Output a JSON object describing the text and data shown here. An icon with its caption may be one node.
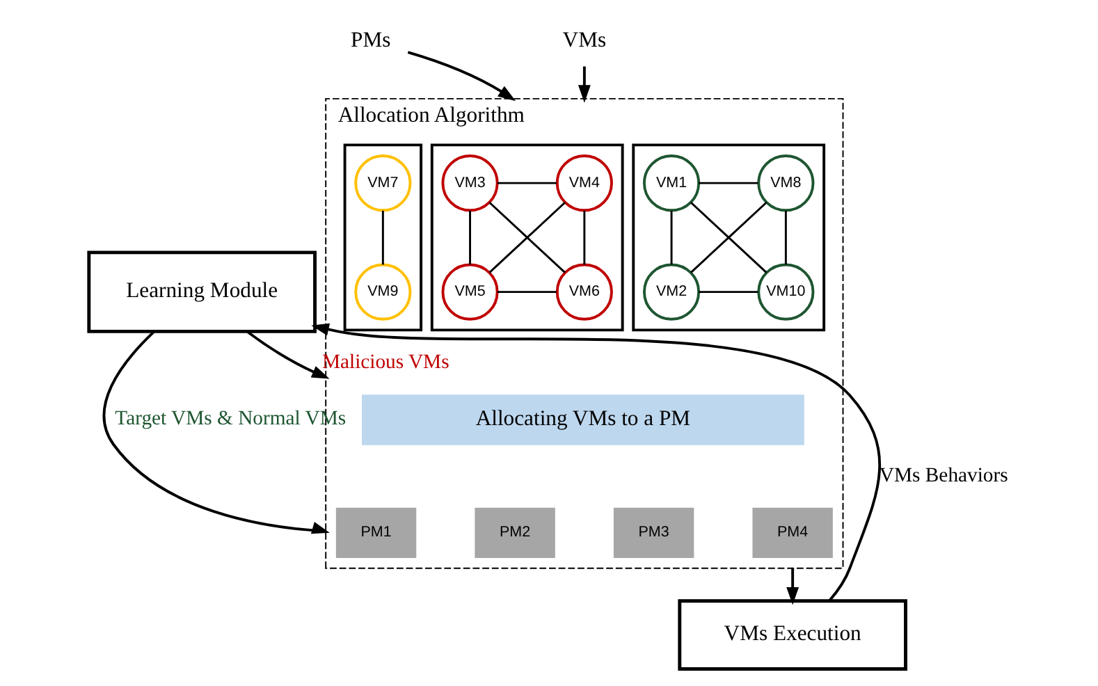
{
  "diagram": {
    "nodes": [
      {
        "text": [
          "PMs"
        ]
      },
      {
        "text": [
          "VMs"
        ]
      },
      {
        "text": [
          "Allocation Algorithm"
        ]
      },
      {
        "text": [],
        "shape": "box",
        "in": 2
      },
      {
        "text": [
          "VM1"
        ],
        "in": 3
      },
      {
        "text": [
          "VM8"
        ],
        "in": 3
      },
      {
        "text": [
          "VM2"
        ],
        "in": 3
      },
      {
        "text": [
          "VM10"
        ],
        "in": 3
      },
      {
        "text": [],
        "shape": "box",
        "in": 2
      },
      {
        "text": [
          "VM3"
        ],
        "in": 8
      },
      {
        "text": [
          "VM4"
        ],
        "in": 8
      },
      {
        "text": [
          "VM5"
        ],
        "in": 8
      },
      {
        "text": [
          "VM6"
        ],
        "in": 8
      },
      {
        "text": [],
        "shape": "box",
        "in": 2
      },
      {
        "text": [
          "VM7"
        ],
        "in": 13
      },
      {
        "text": [
          "VM9"
        ],
        "in": 13
      },
      {
        "text": [
          "Allocating VMs to a PM"
        ],
        "in": 2
      },
      {
        "text": [
          "PM1"
        ],
        "in": 2
      },
      {
        "text": [
          "PM2"
        ],
        "in": 2
      },
      {
        "text": [
          "PM3"
        ],
        "in": 2
      },
      {
        "text": [
          "PM4"
        ],
        "in": 2
      },
      {
        "text": [
          "Learning Module"
        ]
      },
      {
        "text": [
          "VMs Execution"
        ]
      }
    ],
    "edges": [
      {
        "from": 0,
        "to": 2,
        "arrow": "to"
      },
      {
        "from": 1,
        "to": 2,
        "arrow": "to"
      },
      {
        "from": 21,
        "to": 2,
        "arrow": "to",
        "label": "Malicious VMs"
      },
      {
        "from": 21,
        "to": 2,
        "arrow": "to",
        "label": "Target VMs & Normal VMs"
      },
      {
        "from": 2,
        "to": 22,
        "arrow": "to"
      },
      {
        "from": 22,
        "to": 21,
        "arrow": "to",
        "label": "VMs Behaviors"
      },
      {
        "from": 4,
        "to": 5,
        "arrow": "none"
      },
      {
        "from": 4,
        "to": 6,
        "arrow": "none"
      },
      {
        "from": 5,
        "to": 7,
        "arrow": "none"
      },
      {
        "from": 6,
        "to": 7,
        "arrow": "none"
      },
      {
        "from": 4,
        "to": 7,
        "arrow": "none"
      },
      {
        "from": 5,
        "to": 6,
        "arrow": "none"
      },
      {
        "from": 9,
        "to": 10,
        "arrow": "none"
      },
      {
        "from": 9,
        "to": 11,
        "arrow": "none"
      },
      {
        "from": 10,
        "to": 12,
        "arrow": "none"
      },
      {
        "from": 11,
        "to": 12,
        "arrow": "none"
      },
      {
        "from": 9,
        "to": 12,
        "arrow": "none"
      },
      {
        "from": 10,
        "to": 11,
        "arrow": "none"
      },
      {
        "from": 14,
        "to": 15,
        "arrow": "none"
      }
    ]
  }
}
